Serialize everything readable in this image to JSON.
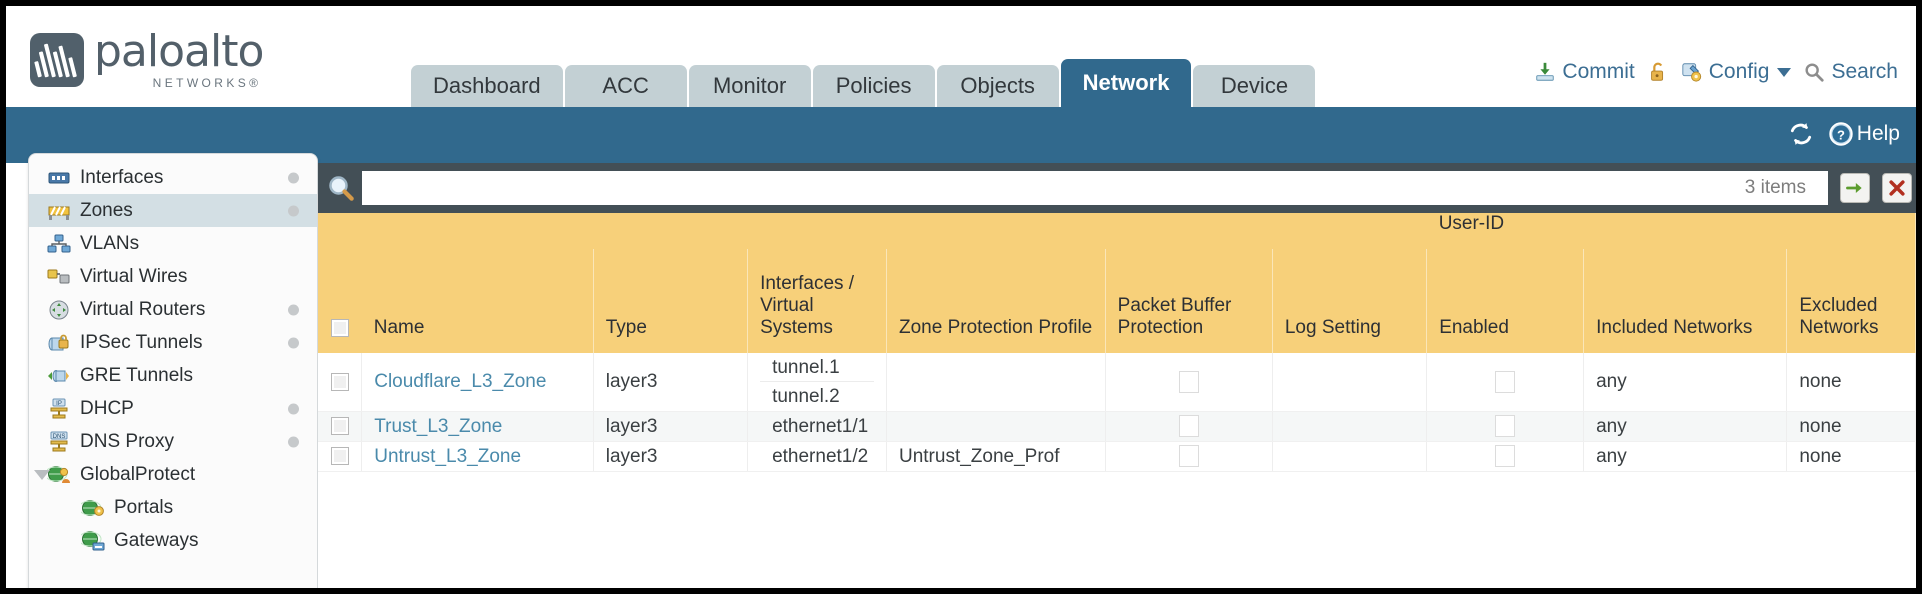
{
  "brand": {
    "name": "paloalto",
    "tagline": "NETWORKS®"
  },
  "nav": {
    "tabs": [
      {
        "label": "Dashboard",
        "active": false
      },
      {
        "label": "ACC",
        "active": false
      },
      {
        "label": "Monitor",
        "active": false
      },
      {
        "label": "Policies",
        "active": false
      },
      {
        "label": "Objects",
        "active": false
      },
      {
        "label": "Network",
        "active": true
      },
      {
        "label": "Device",
        "active": false
      }
    ]
  },
  "toptools": {
    "commit": {
      "label": "Commit",
      "icon": "commit-icon"
    },
    "lock": {
      "label": "",
      "icon": "padlock-icon"
    },
    "config": {
      "label": "Config",
      "icon": "config-wrench-icon"
    },
    "search": {
      "label": "Search",
      "icon": "search-magnifier-icon"
    }
  },
  "band": {
    "refresh": {
      "icon": "refresh-icon"
    },
    "help": {
      "label": "Help",
      "icon": "help-question-icon"
    }
  },
  "sidebar": {
    "items": [
      {
        "label": "Interfaces",
        "icon": "interfaces-icon",
        "selected": false,
        "dot": true,
        "child": false,
        "expander": false
      },
      {
        "label": "Zones",
        "icon": "zones-icon",
        "selected": true,
        "dot": true,
        "child": false,
        "expander": false
      },
      {
        "label": "VLANs",
        "icon": "vlans-icon",
        "selected": false,
        "dot": false,
        "child": false,
        "expander": false
      },
      {
        "label": "Virtual Wires",
        "icon": "virtual-wires-icon",
        "selected": false,
        "dot": false,
        "child": false,
        "expander": false
      },
      {
        "label": "Virtual Routers",
        "icon": "virtual-routers-icon",
        "selected": false,
        "dot": true,
        "child": false,
        "expander": false
      },
      {
        "label": "IPSec Tunnels",
        "icon": "ipsec-tunnels-icon",
        "selected": false,
        "dot": true,
        "child": false,
        "expander": false
      },
      {
        "label": "GRE Tunnels",
        "icon": "gre-tunnels-icon",
        "selected": false,
        "dot": false,
        "child": false,
        "expander": false
      },
      {
        "label": "DHCP",
        "icon": "dhcp-icon",
        "selected": false,
        "dot": true,
        "child": false,
        "expander": false
      },
      {
        "label": "DNS Proxy",
        "icon": "dns-proxy-icon",
        "selected": false,
        "dot": true,
        "child": false,
        "expander": false
      },
      {
        "label": "GlobalProtect",
        "icon": "globalprotect-icon",
        "selected": false,
        "dot": false,
        "child": false,
        "expander": true
      },
      {
        "label": "Portals",
        "icon": "portals-icon",
        "selected": false,
        "dot": false,
        "child": true,
        "expander": false
      },
      {
        "label": "Gateways",
        "icon": "gateways-icon",
        "selected": false,
        "dot": false,
        "child": true,
        "expander": false
      }
    ]
  },
  "search": {
    "value": "",
    "placeholder": "",
    "item_count": "3 items",
    "apply_icon": "arrow-right-green-icon",
    "clear_icon": "close-red-icon",
    "magnifier_icon": "search-magnifier-icon"
  },
  "table": {
    "group_header": "User-ID",
    "columns": [
      "Name",
      "Type",
      "Interfaces / Virtual Systems",
      "Zone Protection Profile",
      "Packet Buffer Protection",
      "Log Setting",
      "Enabled",
      "Included Networks",
      "Excluded Networks"
    ],
    "rows": [
      {
        "selected": false,
        "name": "Cloudflare_L3_Zone",
        "type": "layer3",
        "interfaces": [
          "tunnel.1",
          "tunnel.2"
        ],
        "zone_protection_profile": "",
        "packet_buffer_protection": false,
        "log_setting": "",
        "userid_enabled": false,
        "included_networks": "any",
        "excluded_networks": "none"
      },
      {
        "selected": false,
        "name": "Trust_L3_Zone",
        "type": "layer3",
        "interfaces": [
          "ethernet1/1"
        ],
        "zone_protection_profile": "",
        "packet_buffer_protection": false,
        "log_setting": "",
        "userid_enabled": false,
        "included_networks": "any",
        "excluded_networks": "none"
      },
      {
        "selected": false,
        "name": "Untrust_L3_Zone",
        "type": "layer3",
        "interfaces": [
          "ethernet1/2"
        ],
        "zone_protection_profile": "Untrust_Zone_Prof",
        "packet_buffer_protection": false,
        "log_setting": "",
        "userid_enabled": false,
        "included_networks": "any",
        "excluded_networks": "none"
      }
    ]
  },
  "colors": {
    "brand_blue": "#31698d",
    "tab_inactive": "#c3d0d4",
    "table_header_yellow": "#f7d07a",
    "group_header_yellow": "#ddae48",
    "panel_dark": "#434f56",
    "link_blue": "#4a8aab"
  }
}
